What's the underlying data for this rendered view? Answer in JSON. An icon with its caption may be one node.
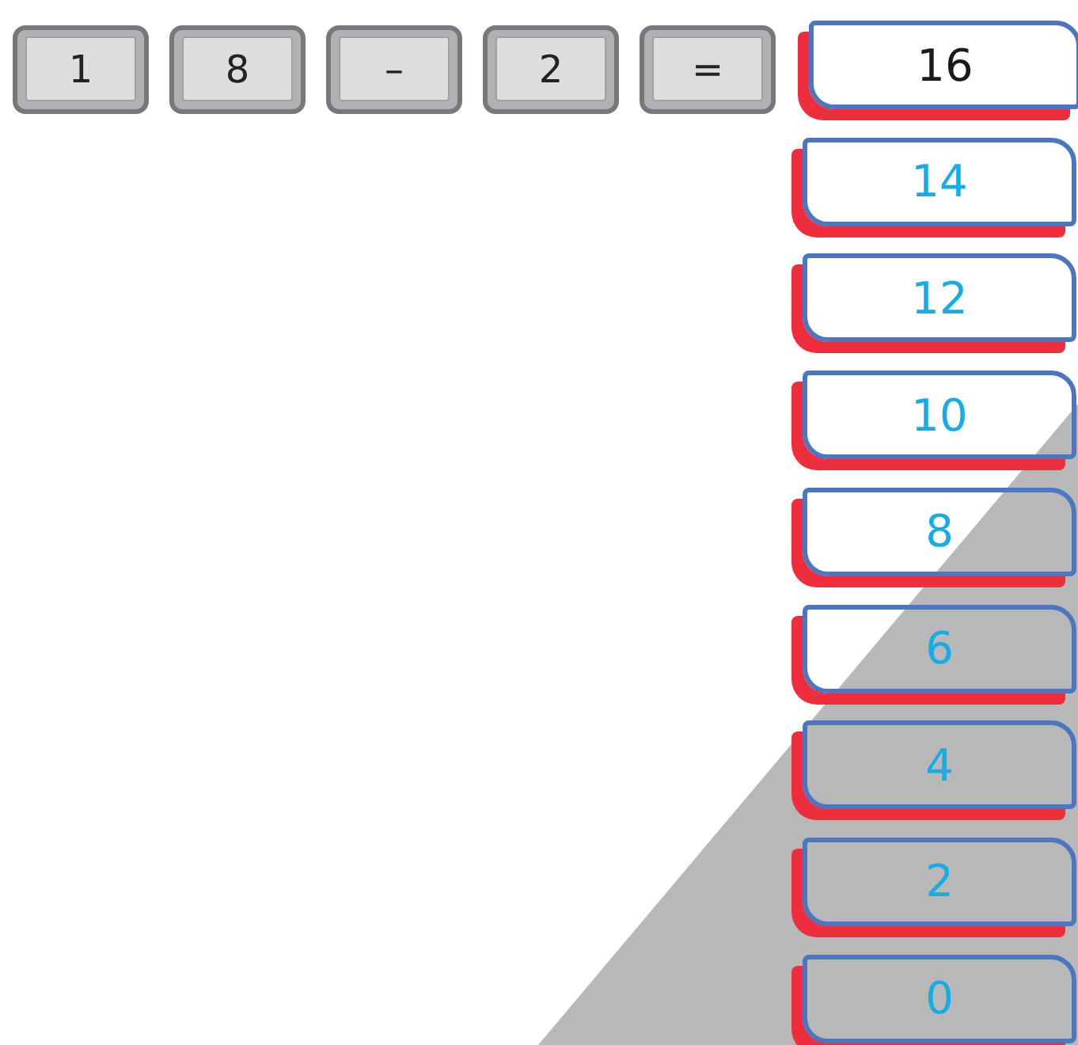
{
  "diagram": {
    "nodes": [
      {
        "text": [
          "1"
        ]
      },
      {
        "text": [
          "8"
        ]
      },
      {
        "text": [
          "–"
        ]
      },
      {
        "text": [
          "2"
        ]
      },
      {
        "text": [
          "="
        ]
      },
      {
        "text": [
          "16"
        ]
      },
      {
        "text": [
          "14"
        ]
      },
      {
        "text": [
          "12"
        ]
      },
      {
        "text": [
          "10"
        ]
      },
      {
        "text": [
          "8"
        ]
      },
      {
        "text": [
          "6"
        ]
      },
      {
        "text": [
          "4"
        ]
      },
      {
        "text": [
          "2"
        ]
      },
      {
        "text": [
          "0"
        ]
      }
    ]
  }
}
